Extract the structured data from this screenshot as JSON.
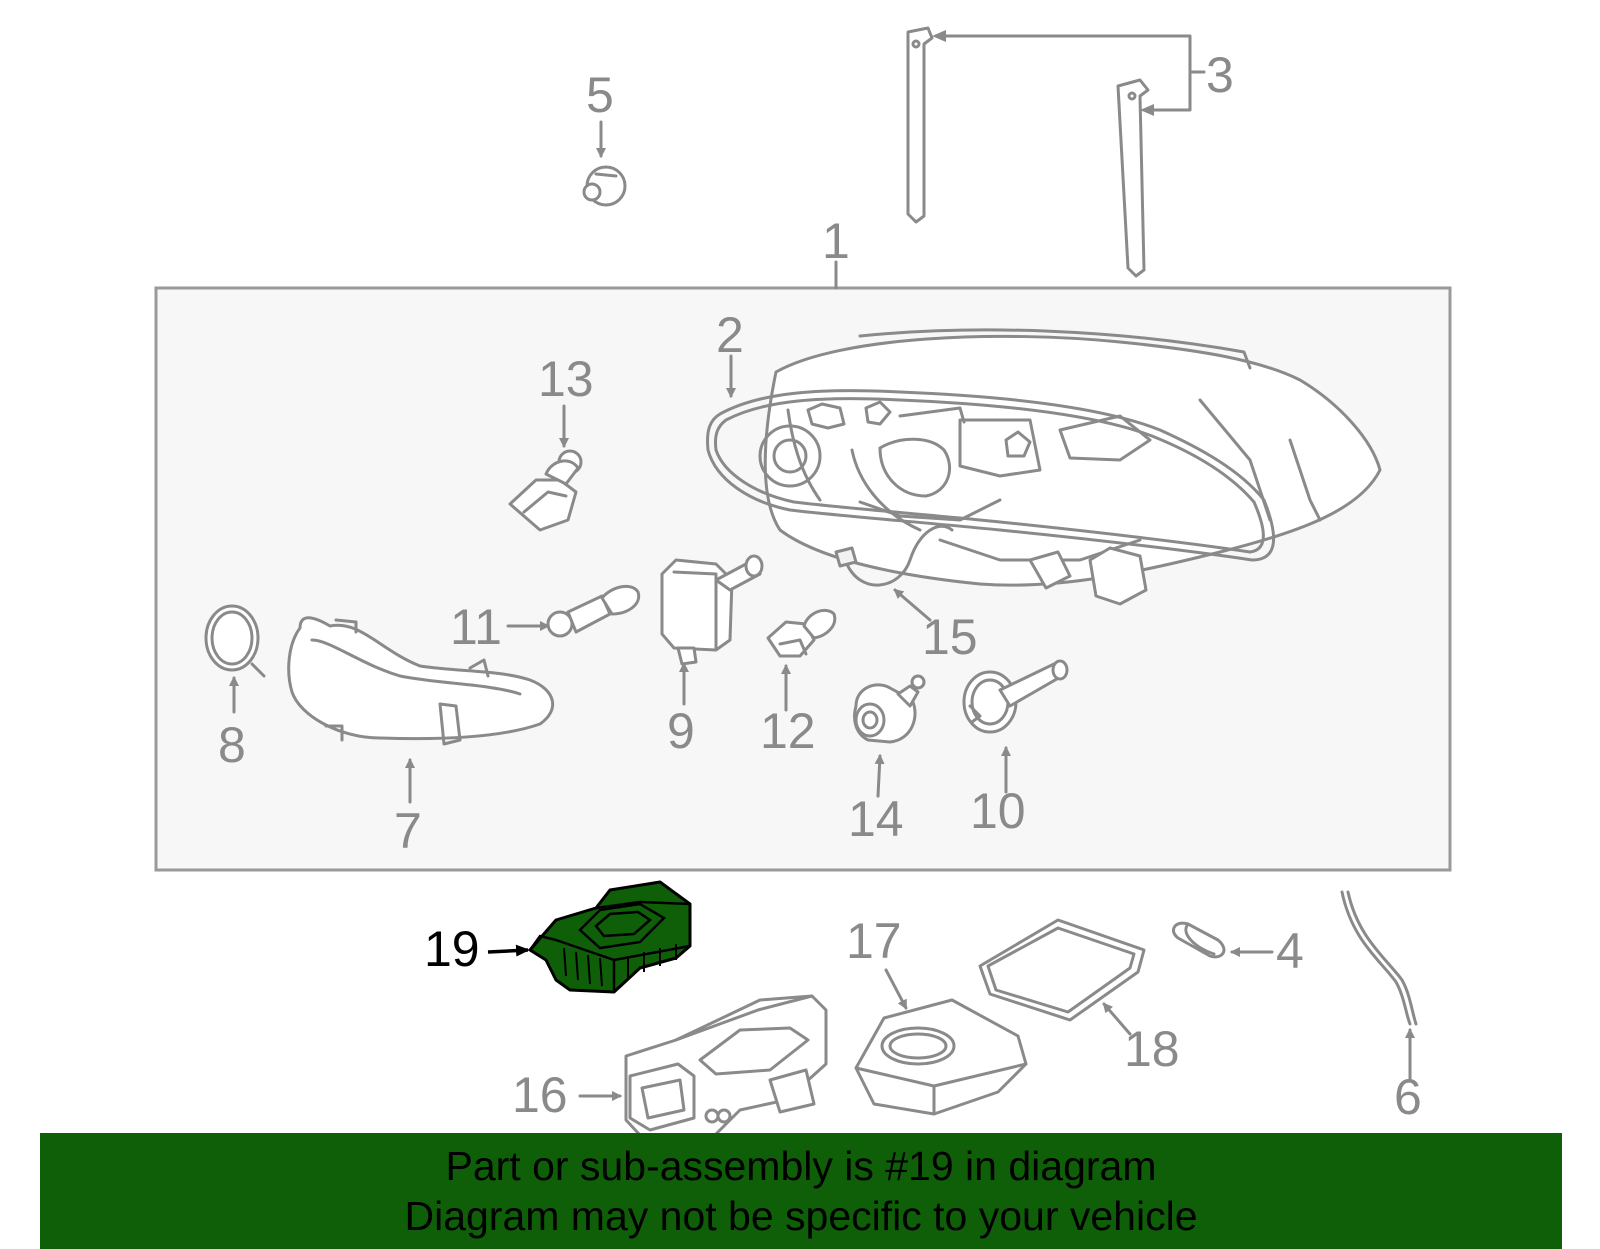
{
  "callouts": {
    "c1": "1",
    "c2": "2",
    "c3": "3",
    "c4": "4",
    "c5": "5",
    "c6": "6",
    "c7": "7",
    "c8": "8",
    "c9": "9",
    "c10": "10",
    "c11": "11",
    "c12": "12",
    "c13": "13",
    "c14": "14",
    "c15": "15",
    "c16": "16",
    "c17": "17",
    "c18": "18",
    "c19": "19"
  },
  "highlight": {
    "part": "19",
    "color": "#0f5f08"
  },
  "banner": {
    "line1": "Part or sub-assembly is #19 in diagram",
    "line2": "Diagram may not be specific to your vehicle",
    "background": "#0f5f08"
  }
}
